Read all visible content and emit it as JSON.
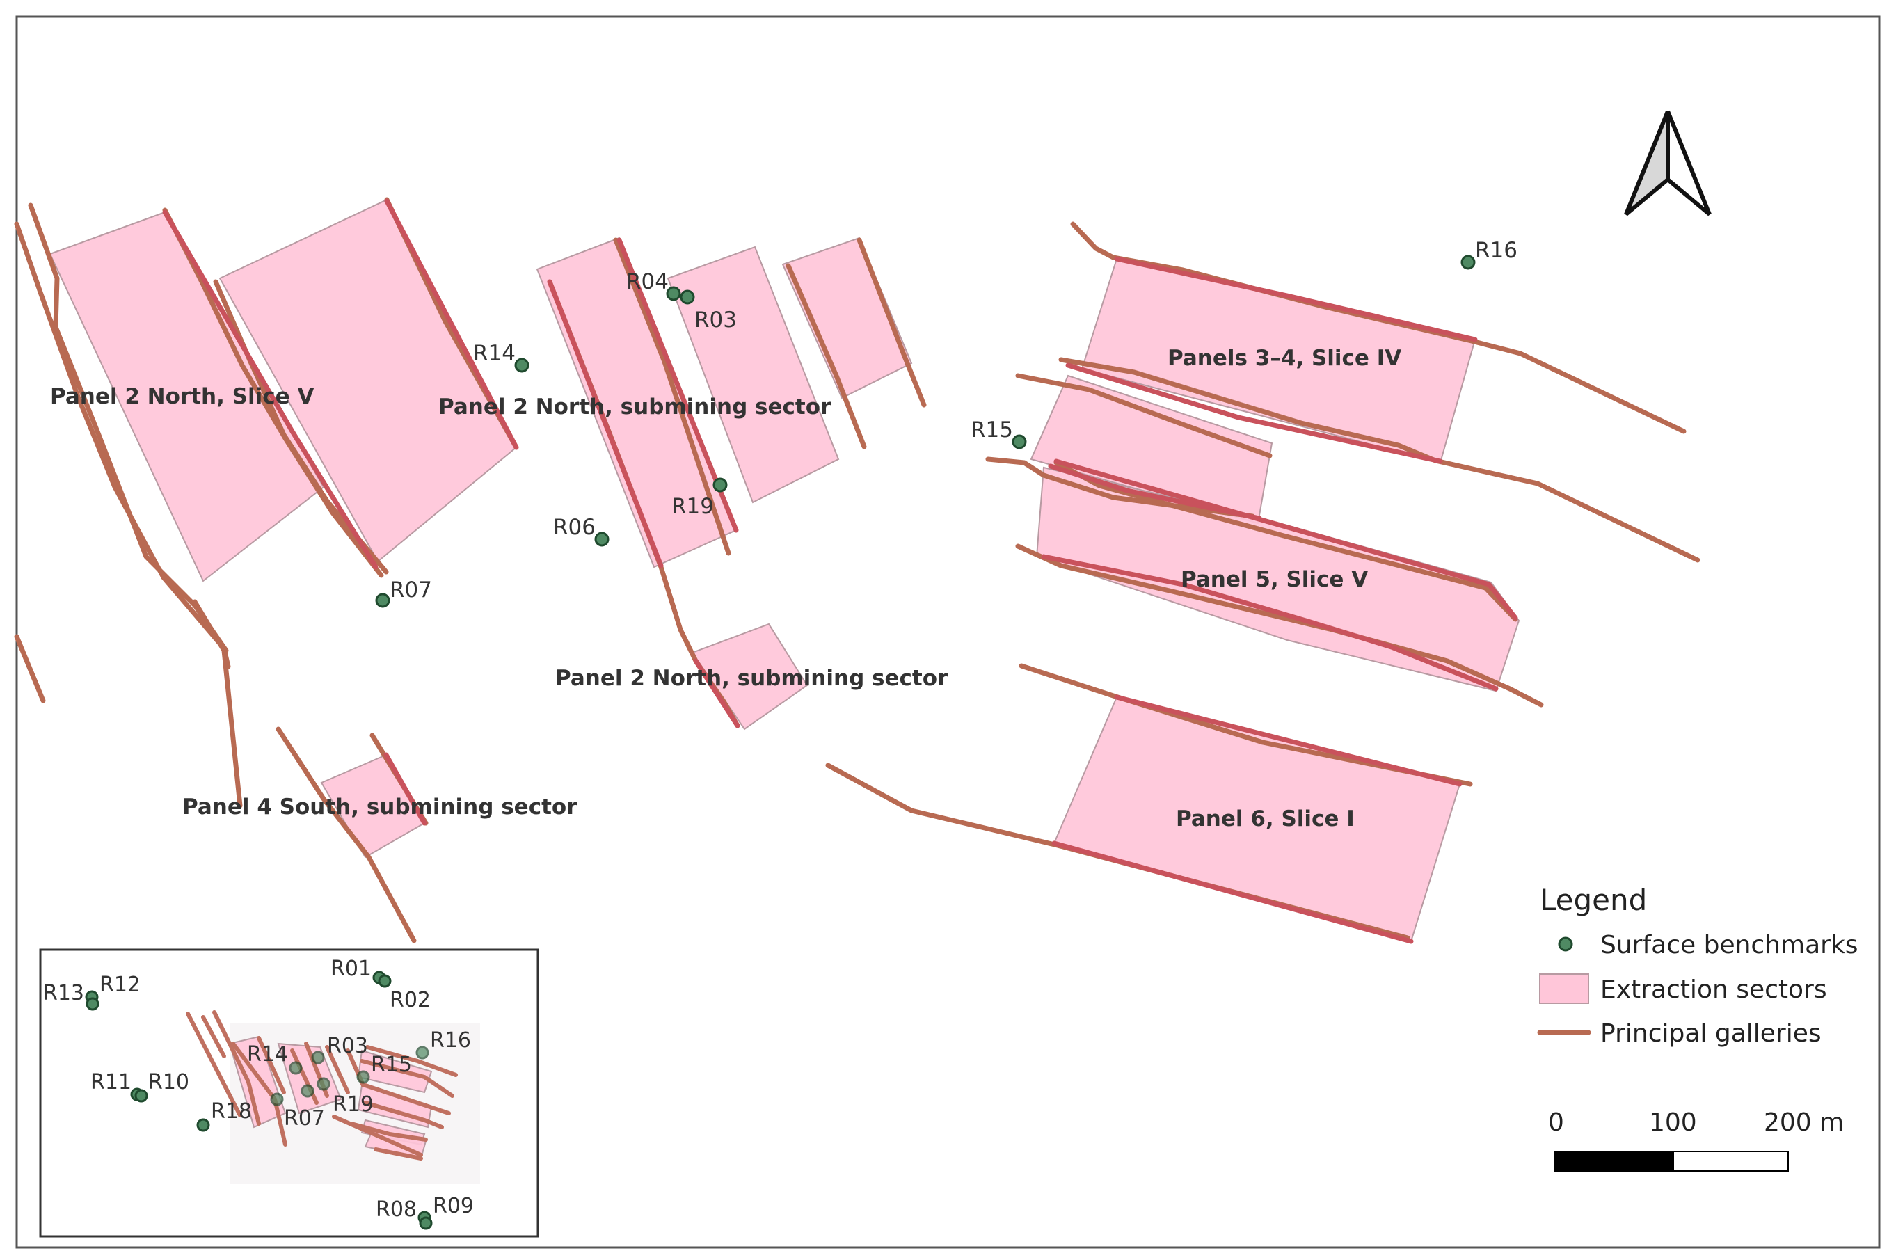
{
  "colors": {
    "extraction_sector_fill": "#ffc6d9",
    "principal_gallery": "#b86a52",
    "benchmark": "#4f8a63"
  },
  "icons": {
    "north_arrow": "north-arrow-icon"
  },
  "panels": [
    {
      "id": "p2n_s5",
      "label": "Panel 2 North, Slice V"
    },
    {
      "id": "p2n_sub_a",
      "label": "Panel 2 North, submining sector"
    },
    {
      "id": "p2n_sub_b",
      "label": "Panel 2 North, submining sector"
    },
    {
      "id": "p4s_sub",
      "label": "Panel 4 South, submining sector"
    },
    {
      "id": "p34_s4",
      "label": "Panels 3–4, Slice IV"
    },
    {
      "id": "p5_s5",
      "label": "Panel 5, Slice V"
    },
    {
      "id": "p6_s1",
      "label": "Panel 6, Slice I"
    }
  ],
  "benchmarks": [
    "R03",
    "R04",
    "R06",
    "R07",
    "R14",
    "R15",
    "R16",
    "R19"
  ],
  "inset": {
    "benchmarks": [
      "R01",
      "R02",
      "R03",
      "R07",
      "R08",
      "R09",
      "R10",
      "R11",
      "R12",
      "R13",
      "R14",
      "R15",
      "R16",
      "R18",
      "R19"
    ]
  },
  "legend": {
    "title": "Legend",
    "items": [
      {
        "label": "Surface benchmarks",
        "symbol": "point"
      },
      {
        "label": "Extraction sectors",
        "symbol": "polygon"
      },
      {
        "label": "Principal galleries",
        "symbol": "line"
      }
    ]
  },
  "scale_bar": {
    "ticks": [
      "0",
      "100",
      "200 m"
    ]
  }
}
